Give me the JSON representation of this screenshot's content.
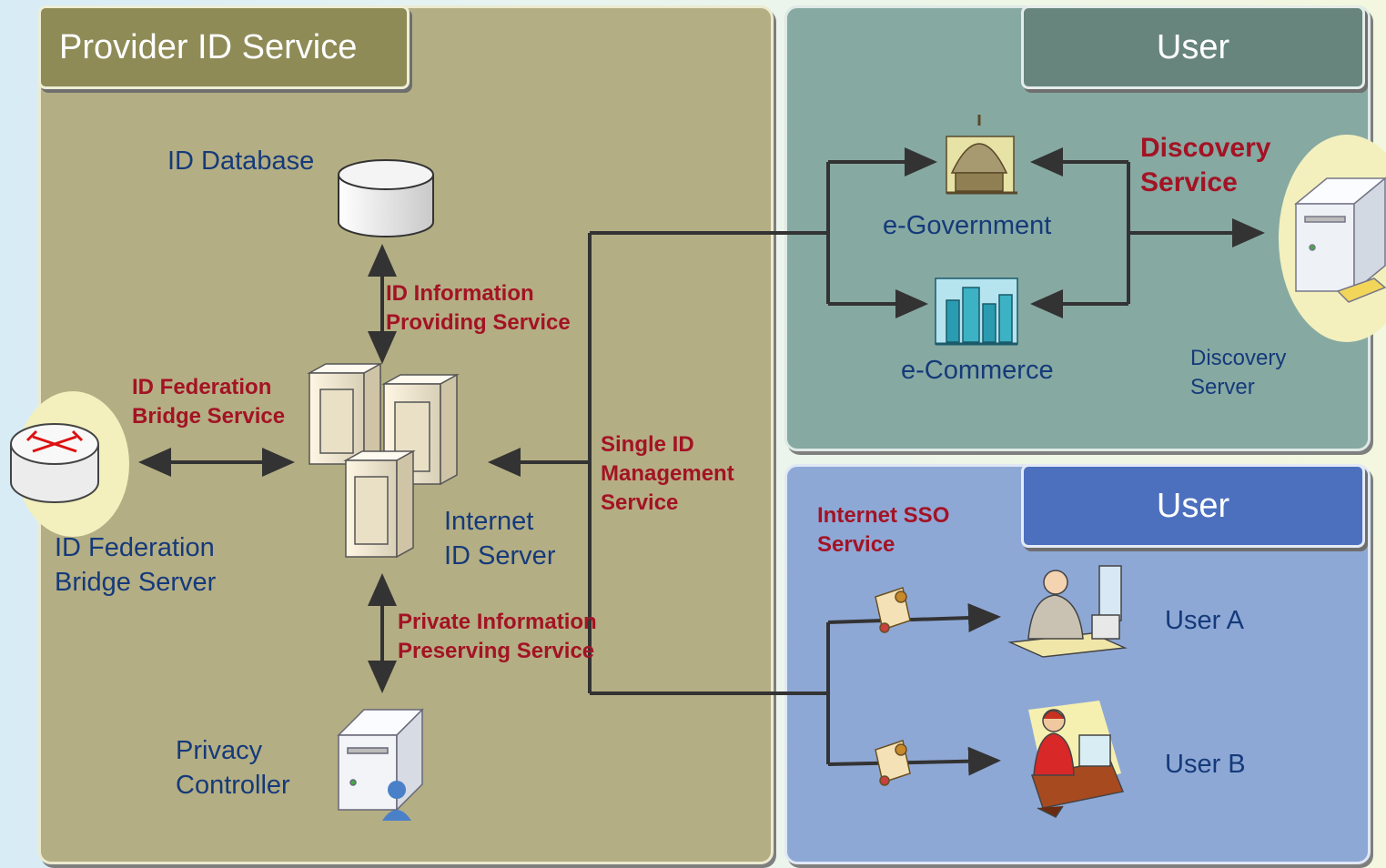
{
  "panels": {
    "provider_title": "Provider ID Service",
    "user_top_title": "User",
    "user_bottom_title": "User"
  },
  "nodes": {
    "id_database": "ID Database",
    "internet_id_server_line1": "Internet",
    "internet_id_server_line2": "ID Server",
    "federation_server_line1": "ID Federation",
    "federation_server_line2": "Bridge Server",
    "privacy_controller_line1": "Privacy",
    "privacy_controller_line2": "Controller",
    "e_government": "e-Government",
    "e_commerce": "e-Commerce",
    "discovery_server_line1": "Discovery",
    "discovery_server_line2": "Server",
    "user_a": "User A",
    "user_b": "User B"
  },
  "services": {
    "id_info_line1": "ID Information",
    "id_info_line2": "Providing Service",
    "federation_line1": "ID Federation",
    "federation_line2": "Bridge Service",
    "single_id_line1": "Single ID",
    "single_id_line2": "Management",
    "single_id_line3": "Service",
    "private_info_line1": "Private Information",
    "private_info_line2": "Preserving Service",
    "discovery_line1": "Discovery",
    "discovery_line2": "Service",
    "sso_line1": "Internet SSO",
    "sso_line2": "Service"
  },
  "colors": {
    "provider_panel": "#b4ae84",
    "user_top_panel": "#86a9a2",
    "user_bottom_panel": "#8ea8d6",
    "service_text": "#a31324",
    "label_text": "#153a7a"
  },
  "icons": [
    "database-icon",
    "server-cluster-icon",
    "router-icon",
    "privacy-server-icon",
    "government-building-icon",
    "city-buildings-icon",
    "discovery-server-icon",
    "certificate-icon",
    "user-at-computer-icon"
  ]
}
